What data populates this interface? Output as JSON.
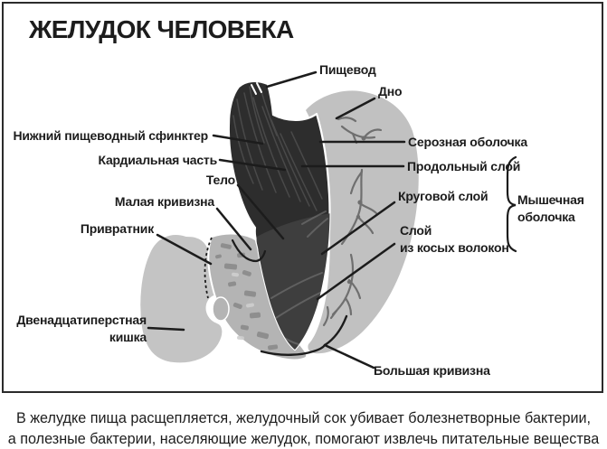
{
  "title": "ЖЕЛУДОК ЧЕЛОВЕКА",
  "labels": {
    "esophagus": "Пищевод",
    "fundus": "Дно",
    "lower_esophageal_sphincter": "Нижний пищеводный сфинктер",
    "serous_membrane": "Серозная оболочка",
    "cardiac_part": "Кардиальная часть",
    "longitudinal_layer": "Продольный слой",
    "body": "Тело",
    "circular_layer": "Круговой слой",
    "lesser_curvature": "Малая кривизна",
    "oblique_layer_line1": "Слой",
    "oblique_layer_line2": "из косых волокон",
    "muscular_coat_line1": "Мышечная",
    "muscular_coat_line2": "оболочка",
    "pylorus": "Привратник",
    "duodenum_line1": "Двенадцатиперстная",
    "duodenum_line2": "кишка",
    "greater_curvature": "Большая кривизна"
  },
  "caption": {
    "line1": "В желудке пища расщепляется, желудочный сок убивает болезнетворные бактерии,",
    "line2": "а полезные бактерии, населяющие желудок, помогают извлечь питательные вещества"
  },
  "colors": {
    "ink": "#1c1c1c",
    "frame": "#2b2b2b",
    "muscle": "#2d2d2d",
    "muscle-light": "#3e3e3e",
    "striation": "#616161",
    "serosa": "#c1c1c1",
    "duodenum": "#c4c4c4",
    "antrum": "#b4b4b4",
    "mottle": "#8d8d8d",
    "mottle-light": "#cfcfcf",
    "vessel": "#6f6f6f",
    "text": "#1d1d1d",
    "background": "#ffffff"
  }
}
